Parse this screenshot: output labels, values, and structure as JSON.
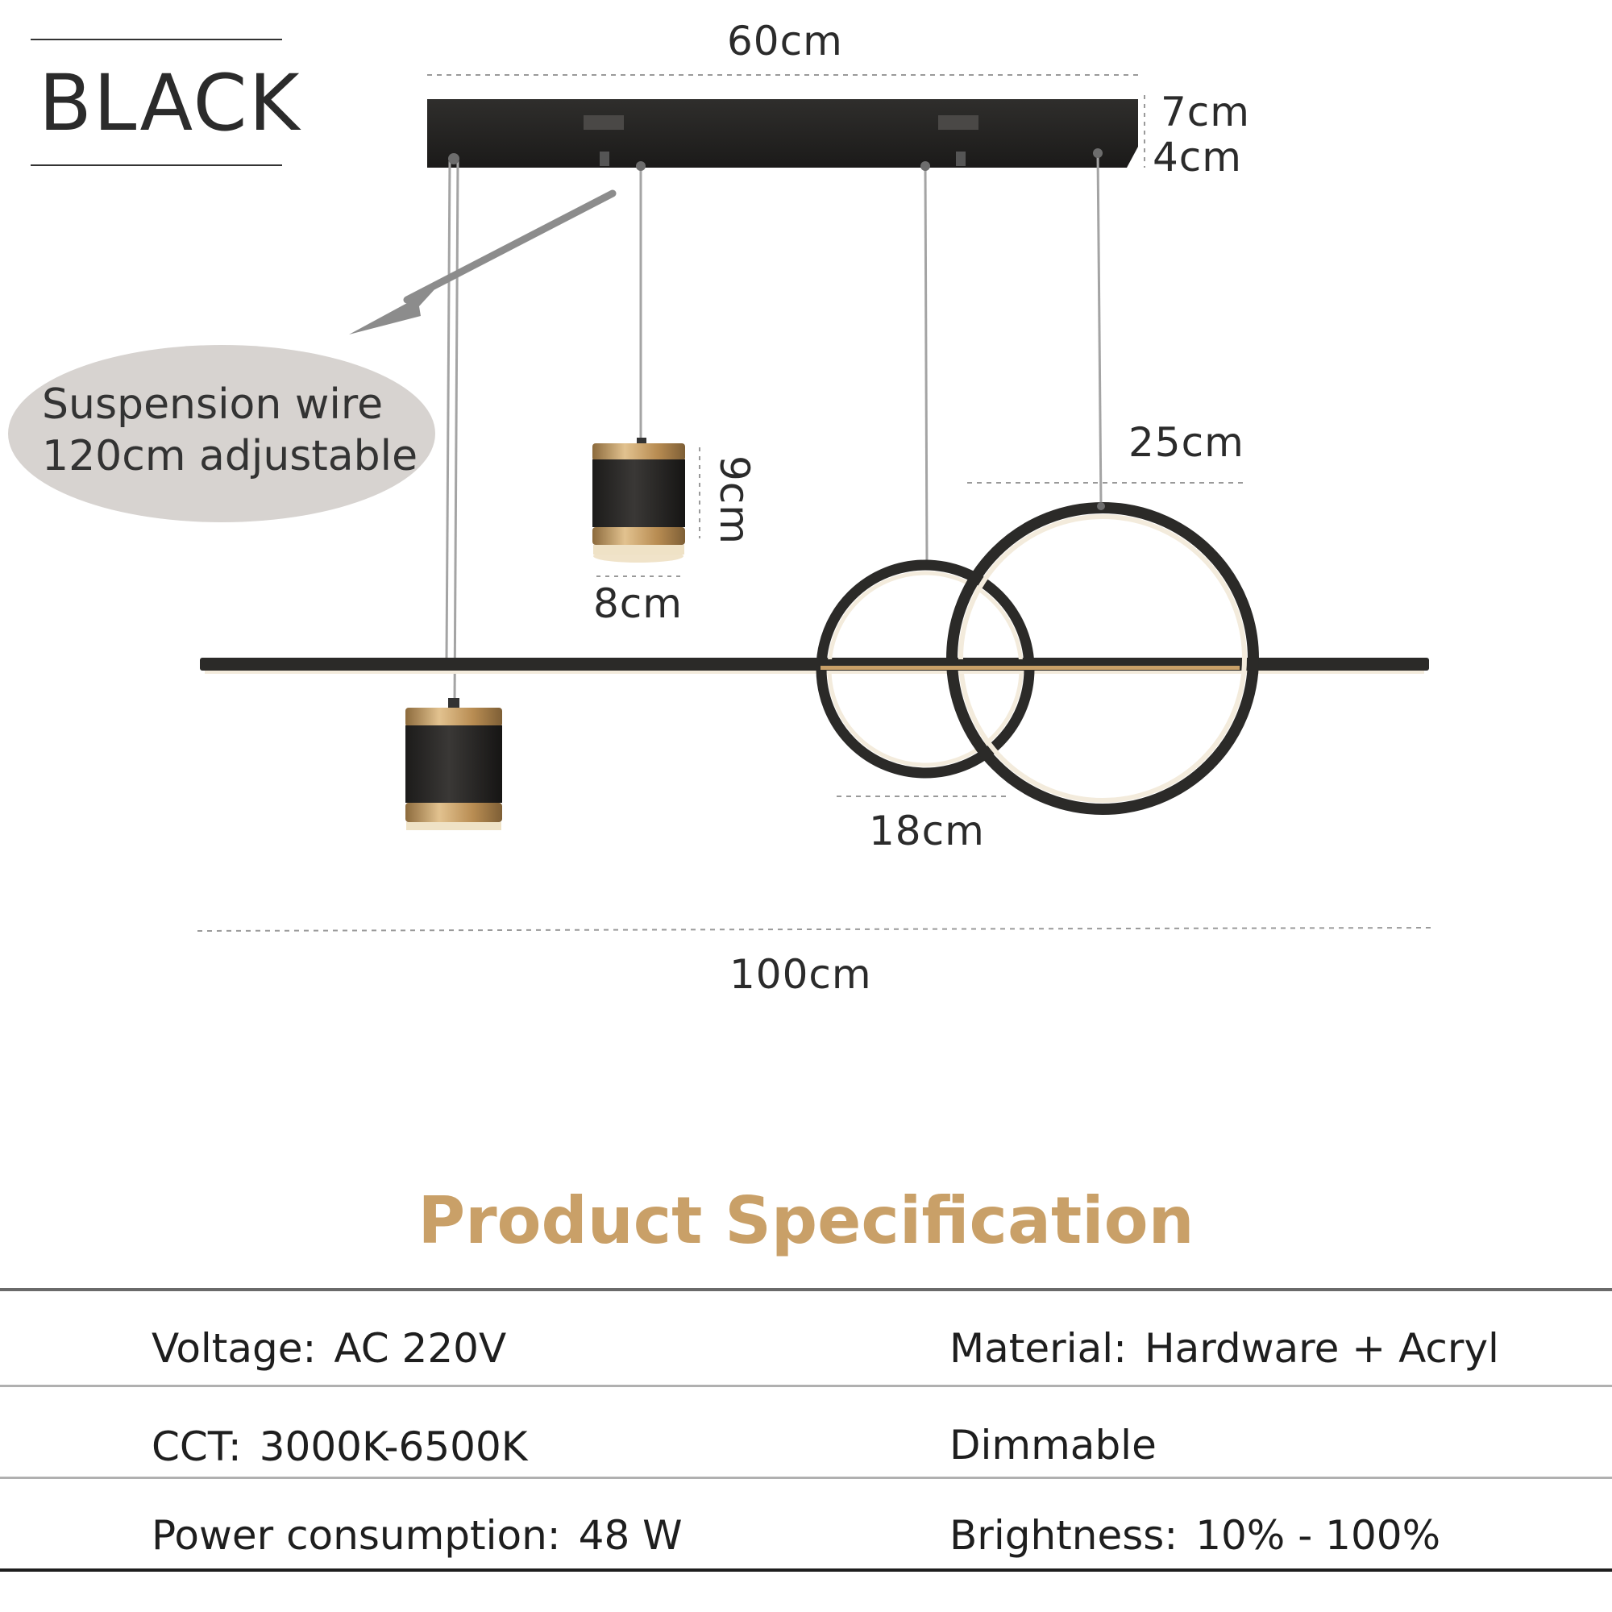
{
  "color_label": "BLACK",
  "dimensions": {
    "canopy_length": "60cm",
    "canopy_height": "7cm",
    "canopy_depth": "4cm",
    "ring_large": "25cm",
    "cylinder_height": "9cm",
    "cylinder_diameter": "8cm",
    "ring_small": "18cm",
    "total_length": "100cm"
  },
  "callout": {
    "line1": "Suspension wire",
    "line2": "120cm adjustable"
  },
  "spec": {
    "title": "Product Specification",
    "rows": [
      {
        "left_key": "Voltage:",
        "left_value": "AC 220V",
        "right_key": "Material:",
        "right_value": "Hardware + Acryl"
      },
      {
        "left_key": "CCT:",
        "left_value": "3000K-6500K",
        "right_key": "",
        "right_value": "Dimmable"
      },
      {
        "left_key": "Power consumption:",
        "left_value": "48 W",
        "right_key": "Brightness:",
        "right_value": "10% - 100%"
      }
    ]
  },
  "colors": {
    "frame": "#2b2a28",
    "gold": "#c9a068",
    "light_edge": "#f3ebdc",
    "wire": "#9a9a9a",
    "bubble": "#d7d3d0",
    "text": "#2b2b2b"
  }
}
